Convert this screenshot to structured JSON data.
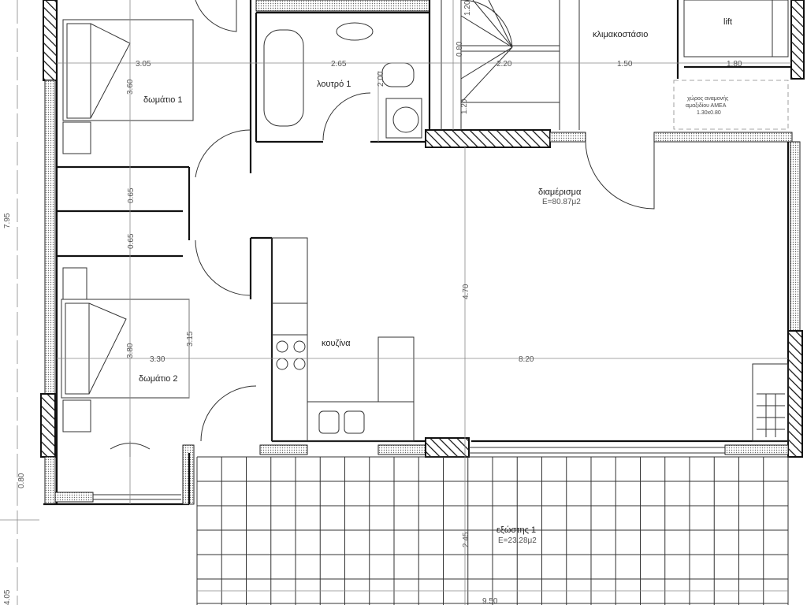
{
  "rooms": {
    "bedroom1": {
      "name": "δωμάτιο 1"
    },
    "bedroom2": {
      "name": "δωμάτιο 2"
    },
    "bathroom1": {
      "name": "λουτρό 1"
    },
    "stairwell": {
      "name": "κλιμακοστάσιο"
    },
    "lift": {
      "name": "lift"
    },
    "wheelchair": {
      "line1": "χώρος αναμονής",
      "line2": "αμαξιδίου ΑΜΕΑ",
      "line3": "1.30x0.80"
    },
    "apartment": {
      "name": "διαμέρισμα",
      "area": "E=80.87μ2"
    },
    "kitchen": {
      "name": "κουζίνα"
    },
    "balcony": {
      "name": "εξώστης 1",
      "area": "E=23.28μ2"
    }
  },
  "dimensions": {
    "bedroom1_width": "3.05",
    "bedroom1_depth": "3.60",
    "bathroom_width": "2.65",
    "bathroom_depth": "2.00",
    "stair_1": "1.20",
    "stair_2": "0.80",
    "stair_3": "1.20",
    "stair_width": "2.20",
    "landing_width": "1.50",
    "lift_width": "1.80",
    "closet_1": "0.65",
    "closet_2": "0.65",
    "overall_left": "7.95",
    "bedroom2_width": "3.30",
    "bedroom2_depth": "3.80",
    "bedroom2_depth2": "3.15",
    "living_depth": "4.70",
    "living_width": "8.20",
    "wall_offset": "0.80",
    "balcony_depth": "2.45",
    "balcony_width": "9.50",
    "lower_left": "4.05"
  },
  "colors": {
    "line": "#111111",
    "dim": "#888888",
    "background": "#ffffff"
  }
}
